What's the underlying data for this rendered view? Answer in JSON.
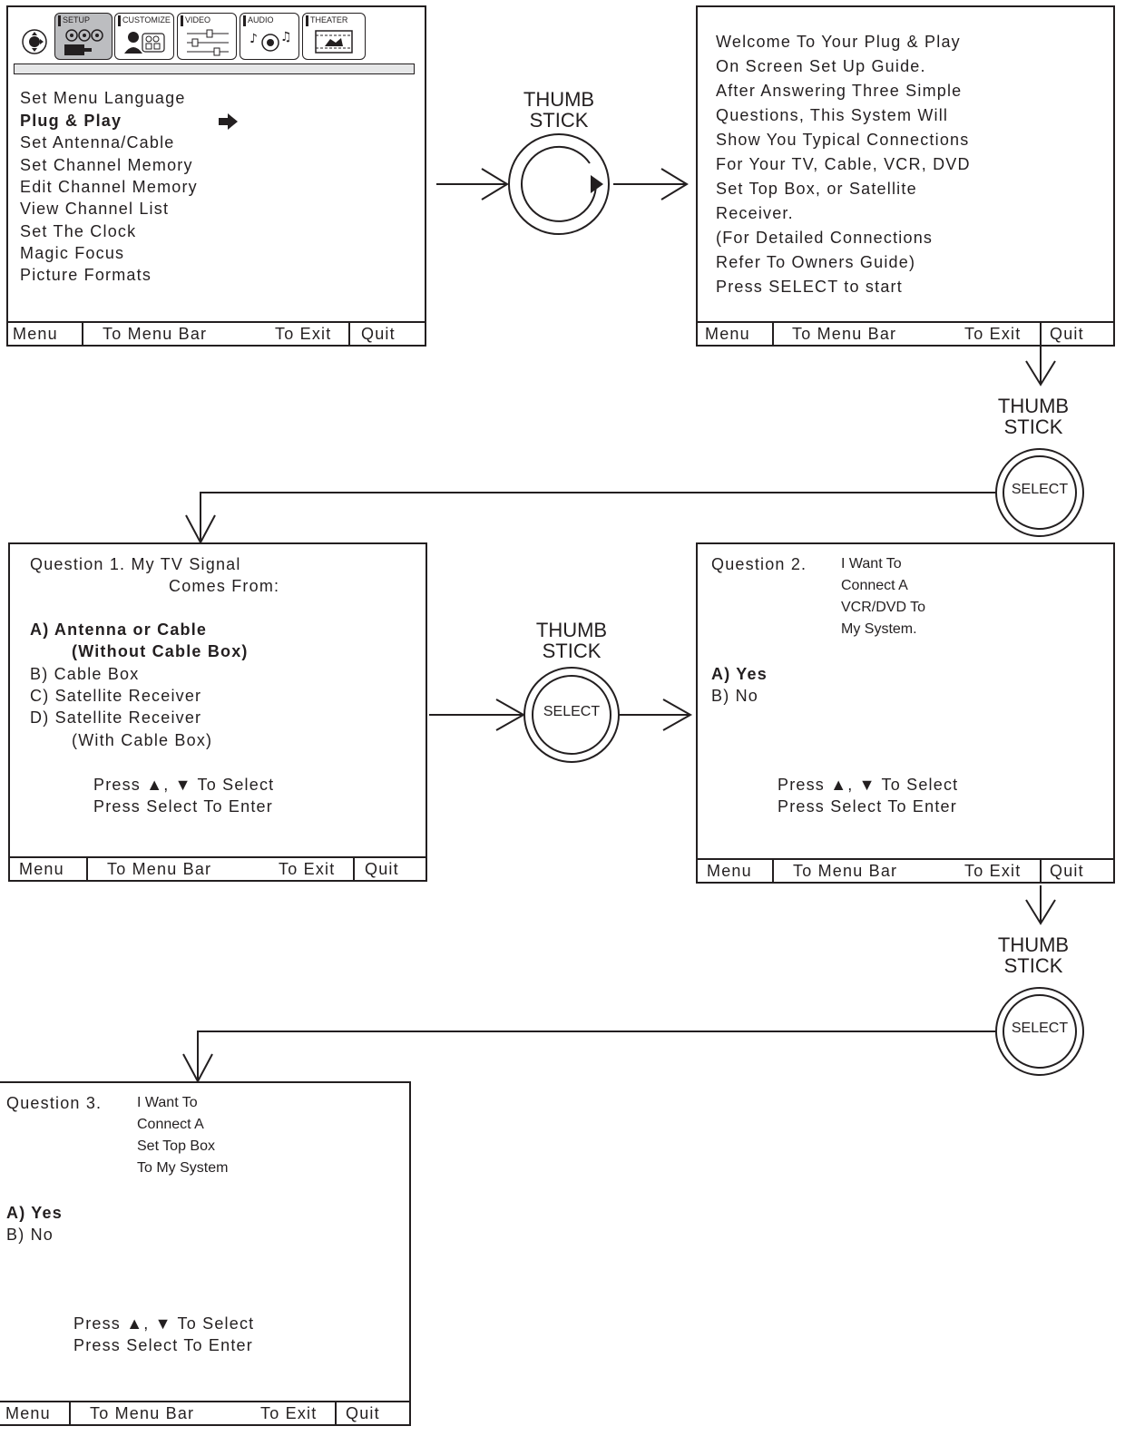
{
  "menu_screen": {
    "tabs": [
      {
        "label": "SETUP",
        "icon": "setup-icon"
      },
      {
        "label": "CUSTOMIZE",
        "icon": "customize-icon"
      },
      {
        "label": "VIDEO",
        "icon": "video-icon"
      },
      {
        "label": "AUDIO",
        "icon": "audio-icon"
      },
      {
        "label": "THEATER",
        "icon": "theater-icon"
      }
    ],
    "items": [
      "Set Menu Language",
      "Plug & Play",
      "Set Antenna/Cable",
      "Set Channel Memory",
      "Edit Channel Memory",
      "View Channel List",
      "Set The Clock",
      "Magic Focus",
      "Picture Formats"
    ],
    "selected_index": 1,
    "pointer_icon": "right-arrow-icon"
  },
  "footer": {
    "menu": "Menu",
    "to_menu_bar": "To Menu Bar",
    "to_exit": "To Exit",
    "quit": "Quit"
  },
  "welcome_screen": {
    "lines": [
      "Welcome To Your Plug & Play",
      "On Screen Set Up Guide.",
      "After Answering Three Simple",
      "Questions, This System Will",
      "Show You Typical Connections",
      "For Your TV, Cable, VCR, DVD",
      "Set Top Box, or Satellite",
      "Receiver.",
      "(For Detailed Connections",
      "Refer To Owners Guide)",
      "Press SELECT to start"
    ]
  },
  "thumb_stick": {
    "label_line1": "THUMB",
    "label_line2": "STICK",
    "select_label": "SELECT"
  },
  "question1": {
    "title_line1": "Question 1.  My TV Signal",
    "title_line2": "Comes From:",
    "option_a_line1": "A) Antenna or Cable",
    "option_a_line2": "(Without Cable Box)",
    "option_b": "B) Cable Box",
    "option_c": "C) Satellite Receiver",
    "option_d_line1": "D) Satellite Receiver",
    "option_d_line2": "(With Cable Box)",
    "hint1": "Press ▲, ▼ To Select",
    "hint2": "Press Select To Enter"
  },
  "question2": {
    "label": "Question 2.",
    "text_lines": [
      "I Want To",
      "Connect A",
      "VCR/DVD To",
      "My System."
    ],
    "option_a": "A) Yes",
    "option_b": "B) No",
    "hint1": "Press ▲, ▼ To Select",
    "hint2": "Press Select To Enter"
  },
  "question3": {
    "label": "Question 3.",
    "text_lines": [
      "I Want To",
      "Connect A",
      "Set Top Box",
      "To My System"
    ],
    "option_a": "A) Yes",
    "option_b": "B) No",
    "hint1": "Press ▲, ▼ To Select",
    "hint2": "Press Select To Enter"
  }
}
